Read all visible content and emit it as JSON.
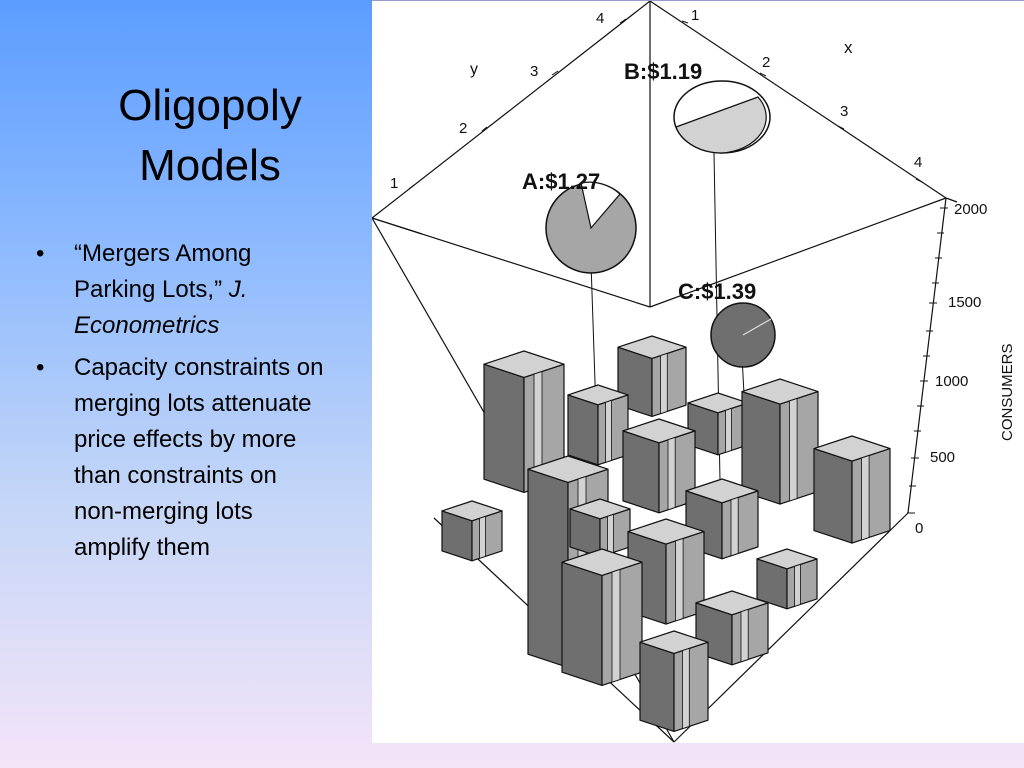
{
  "slide": {
    "title_line1": "Oligopoly",
    "title_line2": "Models",
    "bullet1_text": "“Mergers Among Parking Lots,” ",
    "bullet1_journal": "J. Econometrics",
    "bullet2_text": "Capacity constraints on merging lots attenuate price effects by more than constraints on non-merging lots amplify them"
  },
  "figure": {
    "axis_x_label": "x",
    "axis_y_label": "y",
    "axis_z_label": "CONSUMERS",
    "x_ticks": [
      "1",
      "2",
      "3",
      "4"
    ],
    "y_ticks": [
      "1",
      "2",
      "3",
      "4"
    ],
    "z_ticks": [
      "0",
      "500",
      "1000",
      "1500",
      "2000"
    ],
    "lots": [
      {
        "label": "A:$1.27"
      },
      {
        "label": "B:$1.19"
      },
      {
        "label": "C:$1.39"
      }
    ],
    "colors": {
      "light": "#d2d2d2",
      "mid": "#a6a6a6",
      "dark": "#6f6f6f",
      "outline": "#111111"
    }
  }
}
